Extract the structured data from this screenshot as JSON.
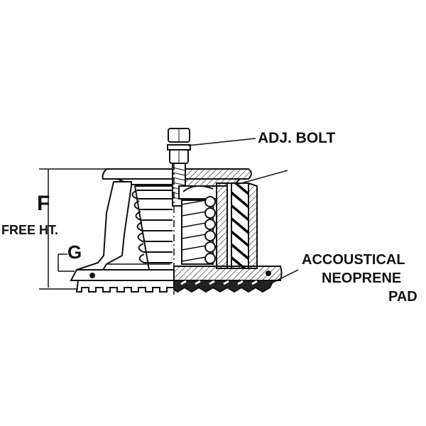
{
  "labels": {
    "adj_bolt": "ADJ. BOLT",
    "dim_f": "F",
    "free_ht": "FREE HT.",
    "dim_g": "G",
    "pad_line1": "ACCOUSTICAL",
    "pad_line2": "NEOPRENE",
    "pad_line3": "PAD"
  }
}
